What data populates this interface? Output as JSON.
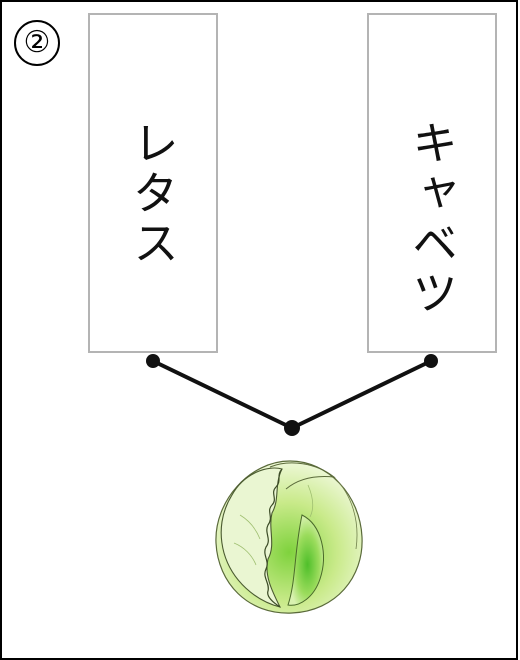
{
  "question_number": "②",
  "choices": [
    {
      "label": "レタス"
    },
    {
      "label": "キャベツ"
    }
  ],
  "picture": {
    "icon": "lettuce-icon"
  }
}
